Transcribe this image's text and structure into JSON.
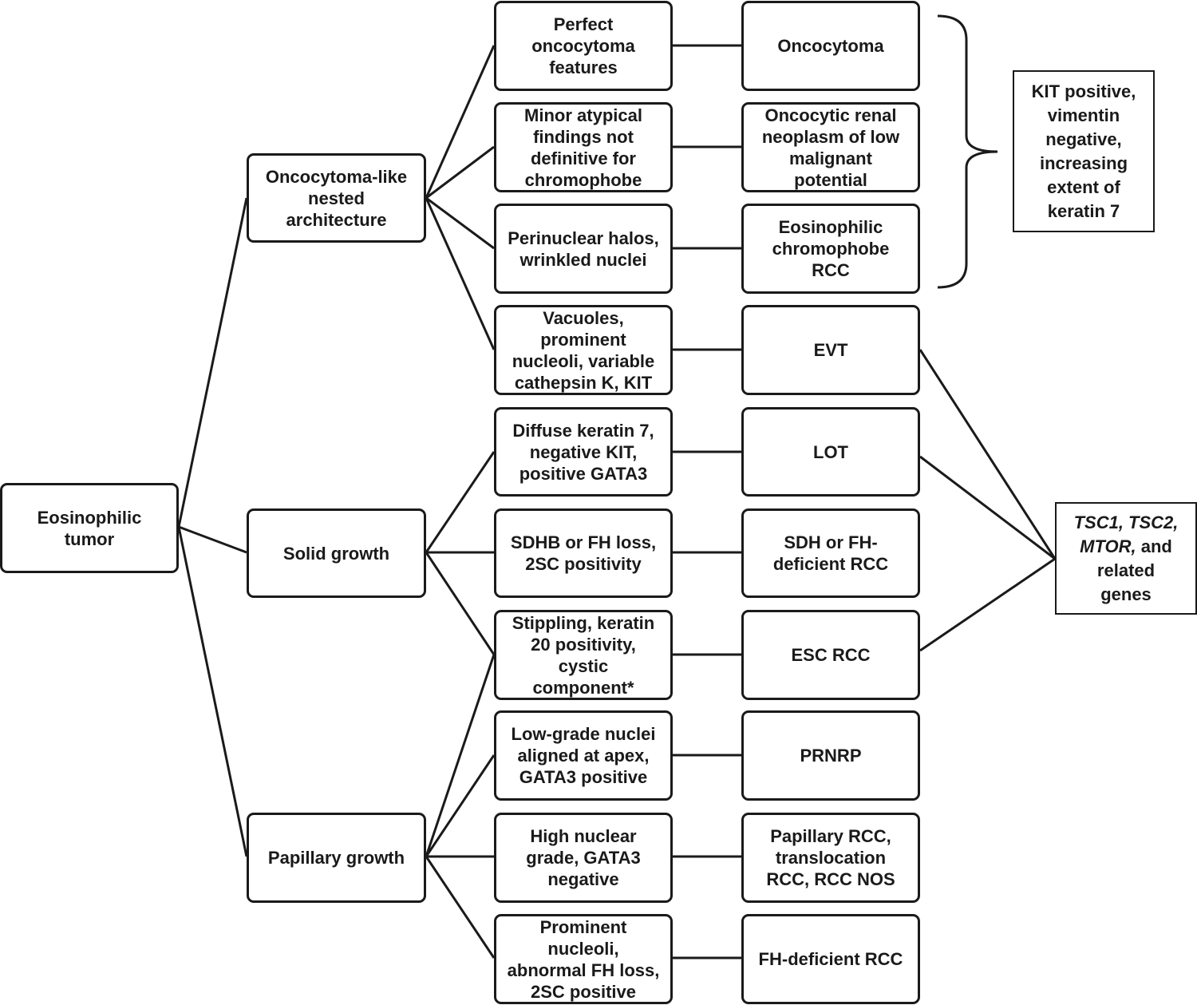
{
  "root": {
    "text": "Eosinophilic\ntumor"
  },
  "branches": {
    "oncocytoma_like": "Oncocytoma-like\nnested\narchitecture",
    "solid": "Solid growth",
    "papillary": "Papillary growth"
  },
  "findings": {
    "perfect": "Perfect\noncocytoma\nfeatures",
    "minor_atypical": "Minor atypical\nfindings not\ndefinitive for\nchromophobe",
    "perinuclear": "Perinuclear halos,\nwrinkled nuclei",
    "vacuoles": "Vacuoles,\nprominent\nnucleoli, variable\ncathepsin K, KIT",
    "diffuse_k7": "Diffuse keratin 7,\nnegative KIT,\npositive GATA3",
    "sdhb_fh": "SDHB or FH loss,\n2SC positivity",
    "stippling": "Stippling, keratin\n20 positivity,\ncystic\ncomponent*",
    "low_grade": "Low-grade nuclei\naligned at apex,\nGATA3 positive",
    "high_grade": "High nuclear\ngrade, GATA3\nnegative",
    "prominent_nucleoli": "Prominent\nnucleoli,\nabnormal FH loss,\n2SC positive"
  },
  "diagnoses": {
    "oncocytoma": "Oncocytoma",
    "oncocytic_neoplasm": "Oncocytic renal\nneoplasm of low\nmalignant\npotential",
    "eosinophilic_chromophobe": "Eosinophilic\nchromophobe\nRCC",
    "evt": "EVT",
    "lot": "LOT",
    "sdh_fh_rcc": "SDH or FH-\ndeficient RCC",
    "esc_rcc": "ESC RCC",
    "prnrp": "PRNRP",
    "papillary_rcc": "Papillary RCC,\ntranslocation\nRCC, RCC NOS",
    "fh_deficient_rcc": "FH-deficient RCC"
  },
  "annotations": {
    "kit_note": "KIT positive,\nvimentin\nnegative,\nincreasing\nextent of\nkeratin 7",
    "genes_italic_1": "TSC1, TSC2,",
    "genes_italic_2": "MTOR,",
    "genes_plain_2": " and",
    "genes_plain_3": "related",
    "genes_plain_4": "genes"
  },
  "colors": {
    "line": "#1a1a1a",
    "background": "#ffffff"
  }
}
